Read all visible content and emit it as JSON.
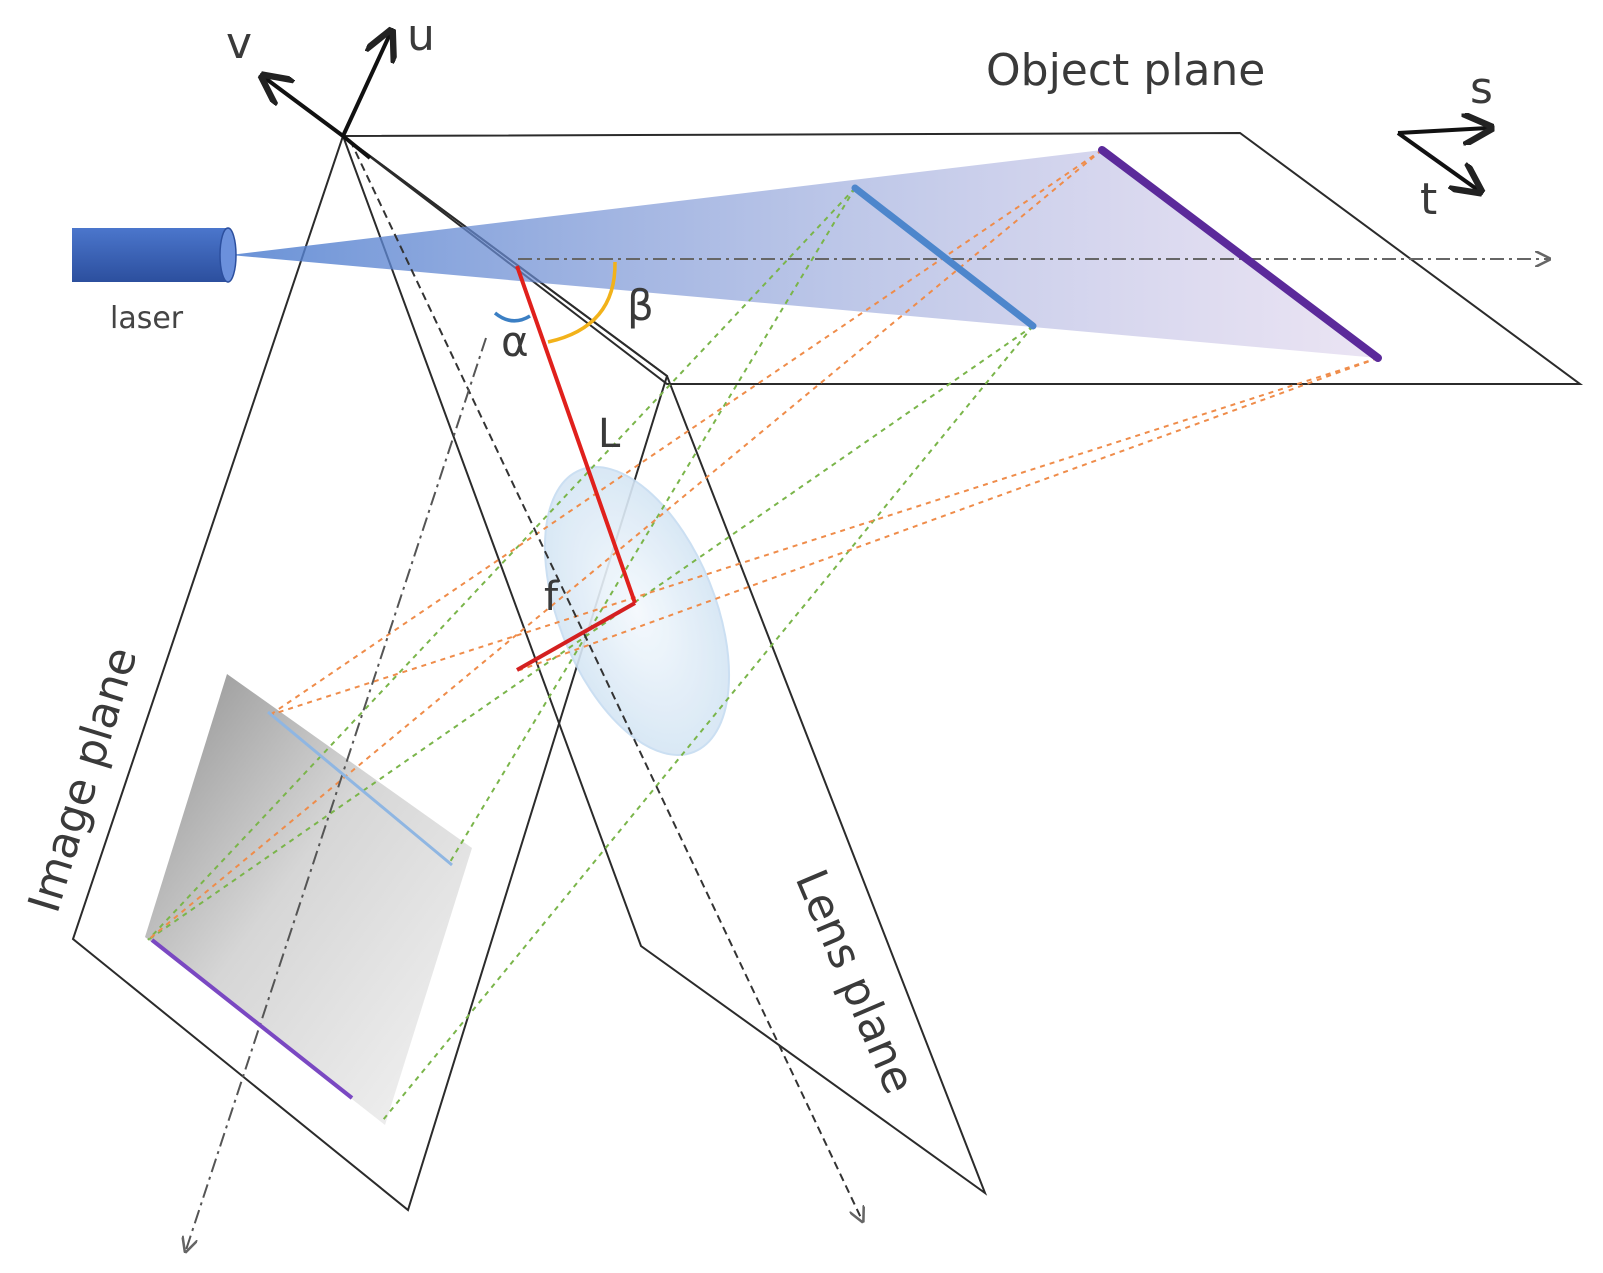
{
  "labels": {
    "object_plane": "Object plane",
    "image_plane": "Image plane",
    "lens_plane": "Lens plane",
    "laser": "laser",
    "u": "u",
    "v": "v",
    "s": "s",
    "t": "t",
    "alpha": "α",
    "beta": "β",
    "L": "L",
    "f": "f"
  },
  "colors": {
    "plane_outline": "#2b2b2b",
    "laser_body": "#3a63b8",
    "beam_start": "#4f7fd0",
    "beam_end": "#b8a6d8",
    "near_line": "#4d86cc",
    "far_line": "#5b2a9a",
    "ray_green": "#7ab54a",
    "ray_orange": "#ef8c4a",
    "L_line": "#e0201c",
    "f_line": "#d42020",
    "alpha_arc": "#3b7fc4",
    "beta_arc": "#f2b21a",
    "lens_fill": "#d8e8f6"
  }
}
